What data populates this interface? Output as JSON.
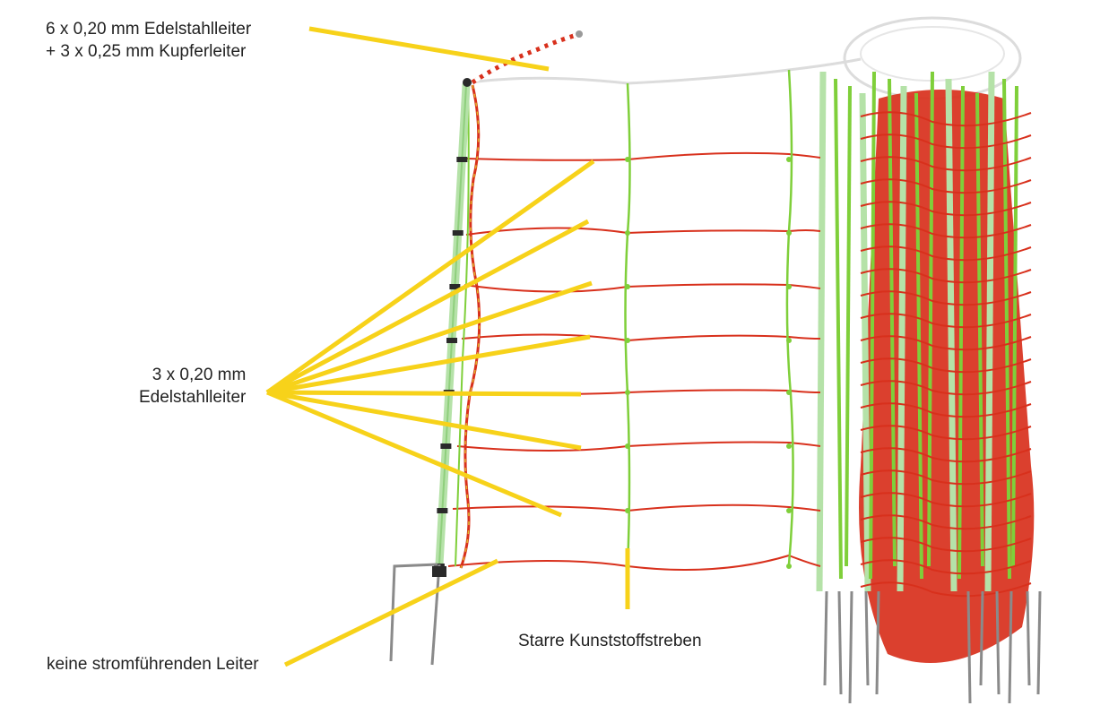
{
  "labels": {
    "top": {
      "line1": "6 x 0,20 mm Edelstahlleiter",
      "line2": "+ 3 x 0,25 mm Kupferleiter"
    },
    "middle": {
      "line1": "3 x 0,20 mm",
      "line2": "Edelstahlleiter"
    },
    "bottom_left": "keine stromführenden Leiter",
    "bottom_center": "Starre Kunststoffstreben"
  },
  "colors": {
    "leader": "#f7d21a",
    "red_wire": "#d8301c",
    "green_strut": "#7fcf3a",
    "post": "#b5e2a8",
    "white_wire": "#dcdcdc",
    "spike": "#8a8a8a",
    "text": "#222222"
  }
}
